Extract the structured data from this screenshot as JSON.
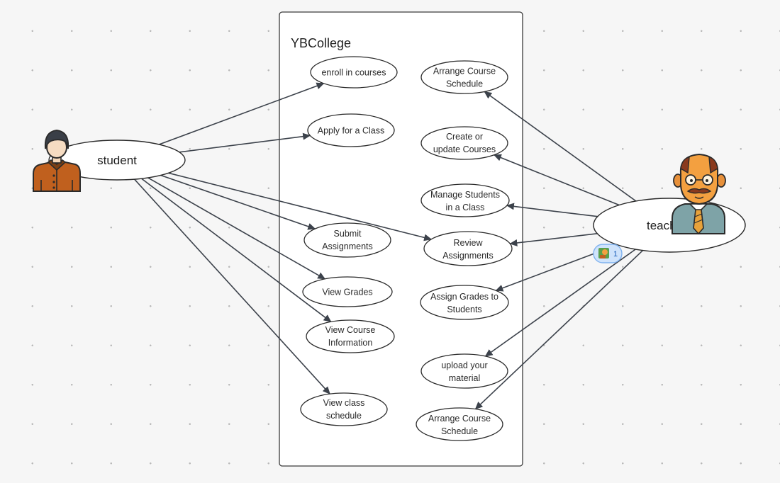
{
  "system": {
    "title": "YBCollege"
  },
  "actors": {
    "student": {
      "label": "student",
      "icon": "student-avatar-icon"
    },
    "teacher": {
      "label": "teacher",
      "icon": "teacher-avatar-icon"
    }
  },
  "use_cases": {
    "enroll": {
      "lines": [
        "enroll in courses"
      ]
    },
    "apply": {
      "lines": [
        "Apply for a Class"
      ]
    },
    "submit": {
      "lines": [
        "Submit",
        "Assignments"
      ]
    },
    "view_grades": {
      "lines": [
        "View Grades"
      ]
    },
    "view_course_info": {
      "lines": [
        "View Course",
        "Information"
      ]
    },
    "view_schedule": {
      "lines": [
        "View class",
        "schedule"
      ]
    },
    "arrange_top": {
      "lines": [
        "Arrange Course",
        "Schedule"
      ]
    },
    "create_update": {
      "lines": [
        "Create or",
        "update Courses"
      ]
    },
    "manage_students": {
      "lines": [
        "Manage Students",
        "in a Class"
      ]
    },
    "review": {
      "lines": [
        "Review",
        "Assignments"
      ]
    },
    "assign_grades": {
      "lines": [
        "Assign Grades to",
        "Students"
      ]
    },
    "upload": {
      "lines": [
        "upload your",
        "material"
      ]
    },
    "arrange_bottom": {
      "lines": [
        "Arrange Course",
        "Schedule"
      ]
    }
  },
  "associations": [
    {
      "from": "student",
      "to": "enroll"
    },
    {
      "from": "student",
      "to": "apply"
    },
    {
      "from": "student",
      "to": "review"
    },
    {
      "from": "student",
      "to": "submit"
    },
    {
      "from": "student",
      "to": "view_grades"
    },
    {
      "from": "student",
      "to": "view_course_info"
    },
    {
      "from": "student",
      "to": "view_schedule"
    },
    {
      "from": "teacher",
      "to": "arrange_top"
    },
    {
      "from": "teacher",
      "to": "create_update"
    },
    {
      "from": "teacher",
      "to": "manage_students"
    },
    {
      "from": "teacher",
      "to": "review"
    },
    {
      "from": "teacher",
      "to": "assign_grades"
    },
    {
      "from": "teacher",
      "to": "upload"
    },
    {
      "from": "teacher",
      "to": "arrange_bottom"
    }
  ],
  "collaborator_badge": {
    "count": "1",
    "icon": "collaborator-avatar-icon"
  },
  "colors": {
    "edge": "#3c424b",
    "student_shirt": "#c0601e",
    "student_hair": "#3a3f47",
    "teacher_face": "#f3a040",
    "teacher_shirt": "#7ea3a7",
    "teacher_tie": "#e8a23a",
    "badge_fill": "#cfe3fb",
    "badge_stroke": "#7fb2ef"
  }
}
